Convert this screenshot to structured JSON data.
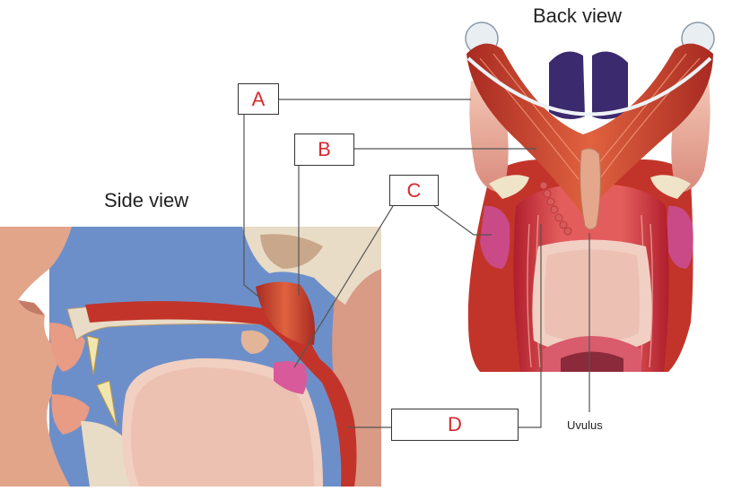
{
  "titles": {
    "back_view": "Back view",
    "side_view": "Side view"
  },
  "labels": {
    "a": "A",
    "b": "B",
    "c": "C",
    "d": "D",
    "uvulus": "Uvulus"
  },
  "colors": {
    "label_text": "#d7282f",
    "airway_blue": "#6d8fc9",
    "muscle_red": "#c2342a",
    "bone": "#e8dcc6",
    "skin": "#e3a58a",
    "dark_purple": "#3b2a6e"
  }
}
